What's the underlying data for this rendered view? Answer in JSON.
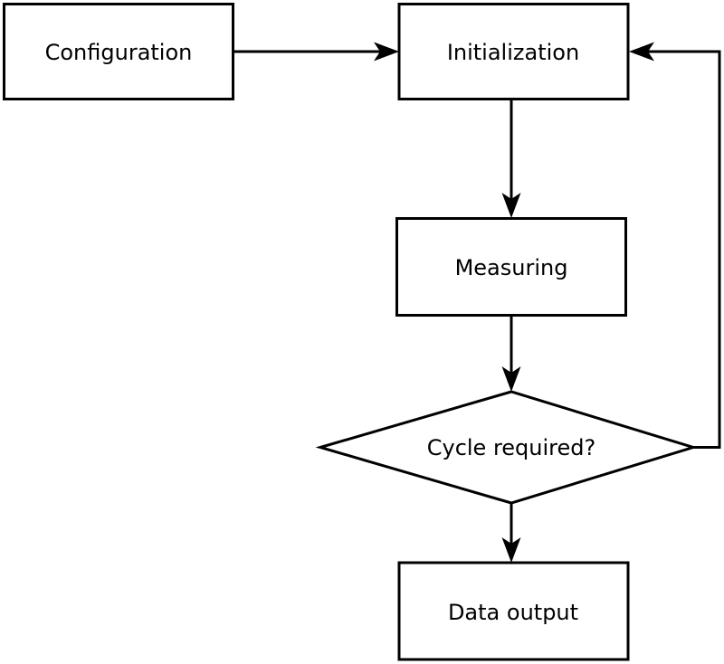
{
  "diagram": {
    "type": "flowchart",
    "background_color": "#ffffff",
    "stroke_color": "#000000",
    "text_color": "#000000",
    "nodes": [
      {
        "id": "configuration",
        "label": "Configuration",
        "shape": "rectangle"
      },
      {
        "id": "initialization",
        "label": "Initialization",
        "shape": "rectangle"
      },
      {
        "id": "measuring",
        "label": "Measuring",
        "shape": "rectangle"
      },
      {
        "id": "cycle_required",
        "label": "Cycle required?",
        "shape": "diamond"
      },
      {
        "id": "data_output",
        "label": "Data output",
        "shape": "rectangle"
      }
    ],
    "edges": [
      {
        "from": "configuration",
        "to": "initialization",
        "label": ""
      },
      {
        "from": "initialization",
        "to": "measuring",
        "label": ""
      },
      {
        "from": "measuring",
        "to": "cycle_required",
        "label": ""
      },
      {
        "from": "cycle_required",
        "to": "data_output",
        "label": ""
      },
      {
        "from": "cycle_required",
        "to": "initialization",
        "label": "",
        "kind": "loop-back"
      }
    ]
  }
}
